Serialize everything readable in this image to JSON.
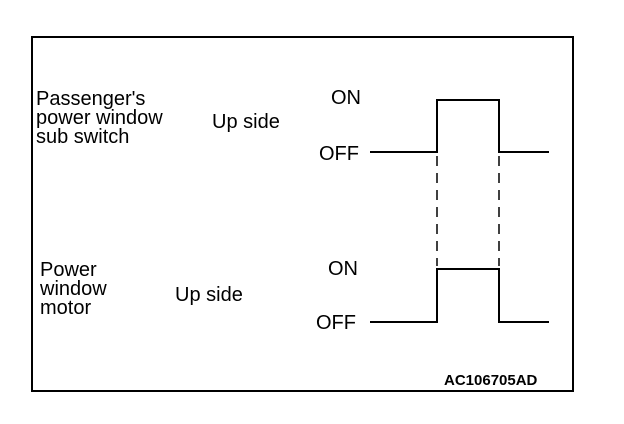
{
  "diagram": {
    "signals": [
      {
        "name_lines": [
          "Passenger's",
          "power window",
          "sub switch"
        ],
        "side": "Up side",
        "on_label": "ON",
        "off_label": "OFF"
      },
      {
        "name_lines": [
          "Power",
          "window",
          "motor"
        ],
        "side": "Up side",
        "on_label": "ON",
        "off_label": "OFF"
      }
    ],
    "figure_code": "AC106705AD"
  }
}
